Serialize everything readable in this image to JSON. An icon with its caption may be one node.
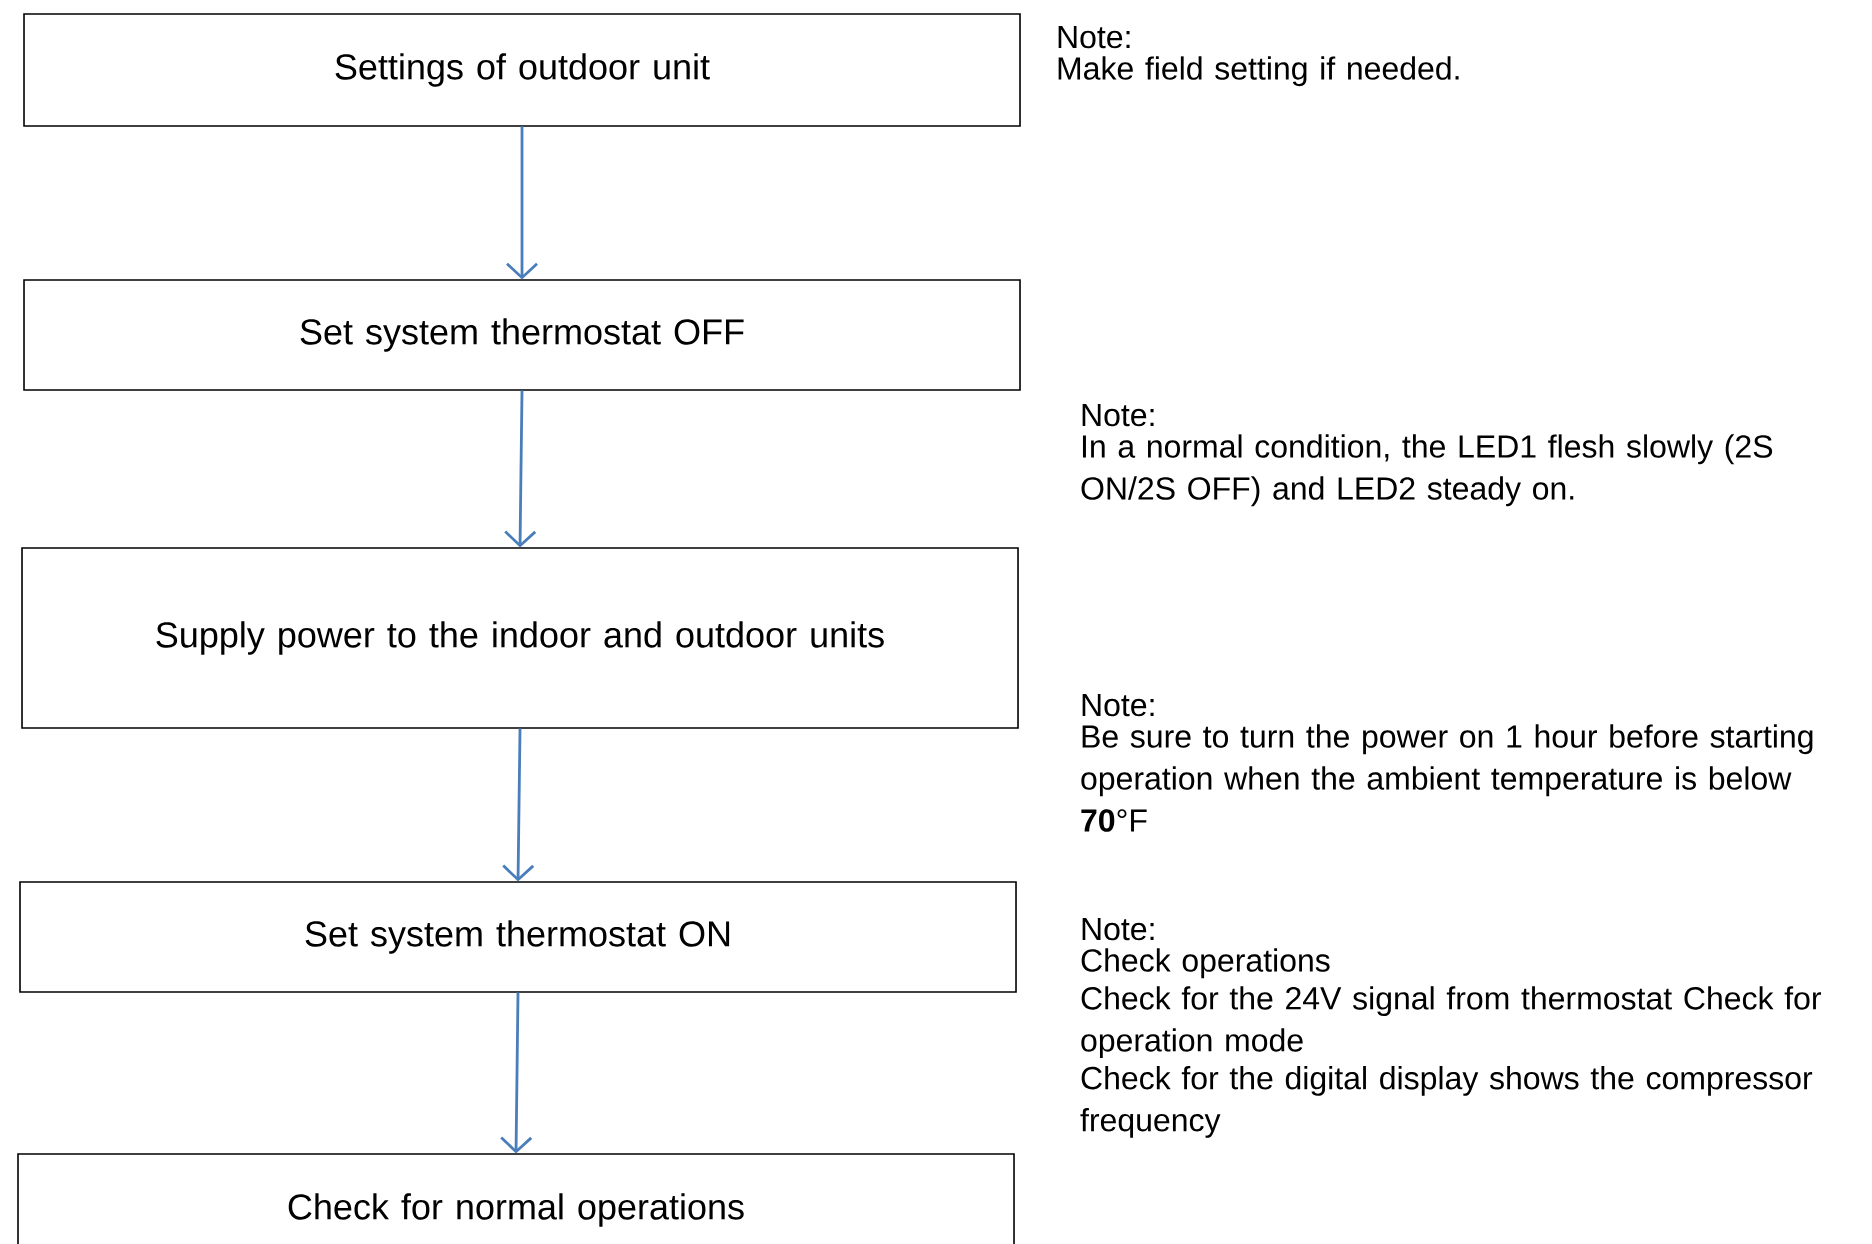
{
  "diagram": {
    "nodes": [
      {
        "text": [
          "Settings of outdoor unit"
        ]
      },
      {
        "text": [
          "Set system thermostat OFF"
        ]
      },
      {
        "text": [
          "Supply power to the indoor and outdoor units"
        ]
      },
      {
        "text": [
          "Set system thermostat ON"
        ]
      },
      {
        "text": [
          "Check for normal operations"
        ]
      }
    ],
    "edges": [
      {
        "from": 0,
        "to": 1,
        "arrow": "to"
      },
      {
        "from": 1,
        "to": 2,
        "arrow": "to"
      },
      {
        "from": 2,
        "to": 3,
        "arrow": "to"
      },
      {
        "from": 3,
        "to": 4,
        "arrow": "to"
      }
    ],
    "labels": [
      "Note:",
      "Make field setting if needed.",
      "Note:",
      "In a normal condition, the LED1 flesh slowly (2S ON/2S OFF) and LED2 steady on.",
      "Note:",
      "Be sure to turn the power on 1 hour before starting operation when the ambient temperature is below **70**°F",
      "Note:",
      "Check operations",
      "Check for the 24V signal from thermostat Check for operation mode",
      "Check for the digital display shows the compressor frequency"
    ]
  }
}
